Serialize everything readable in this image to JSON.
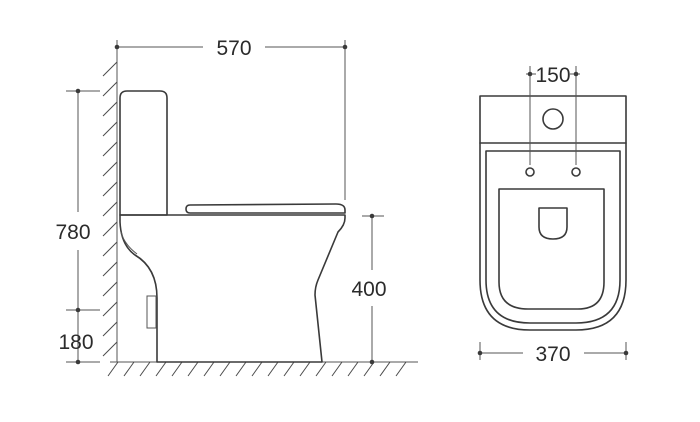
{
  "dimensions": {
    "overall_depth": "570",
    "overall_height": "780",
    "outlet_height": "180",
    "seat_height": "400",
    "inlet_spacing": "150",
    "overall_width": "370"
  },
  "colors": {
    "line": "#3a3a3a",
    "text": "#2b2b2b",
    "background": "#ffffff"
  }
}
